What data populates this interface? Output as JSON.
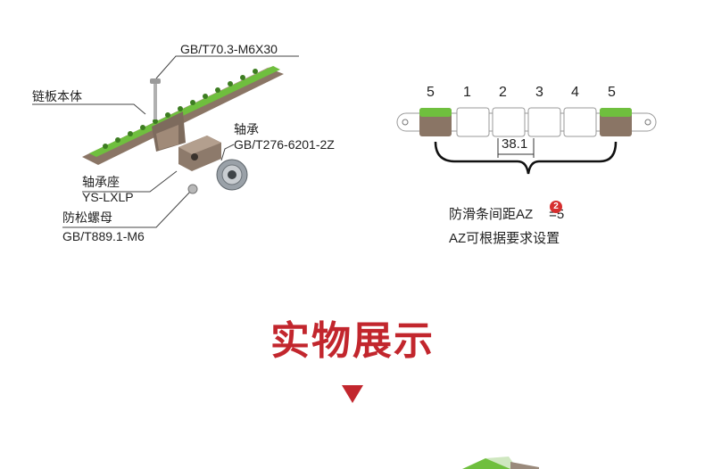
{
  "assembly": {
    "screw_spec": "GB/T70.3-M6X30",
    "chain_plate": "链板本体",
    "bearing_label": "轴承",
    "bearing_spec": "GB/T276-6201-2Z",
    "seat_label": "轴承座",
    "seat_spec": "YS-LXLP",
    "nut_label": "防松螺母",
    "nut_spec": "GB/T889.1-M6"
  },
  "chain_diagram": {
    "positions": [
      "5",
      "1",
      "2",
      "3",
      "4",
      "5"
    ],
    "pitch": "38.1",
    "spacing_text_before": "防滑条间距AZ",
    "badge": "2",
    "spacing_text_after": "=5",
    "note": "AZ可根据要求设置"
  },
  "section_title": "实物展示",
  "colors": {
    "accent": "#c2262d",
    "slat_green": "#6fbf3e",
    "slat_brown": "#8a7565"
  }
}
